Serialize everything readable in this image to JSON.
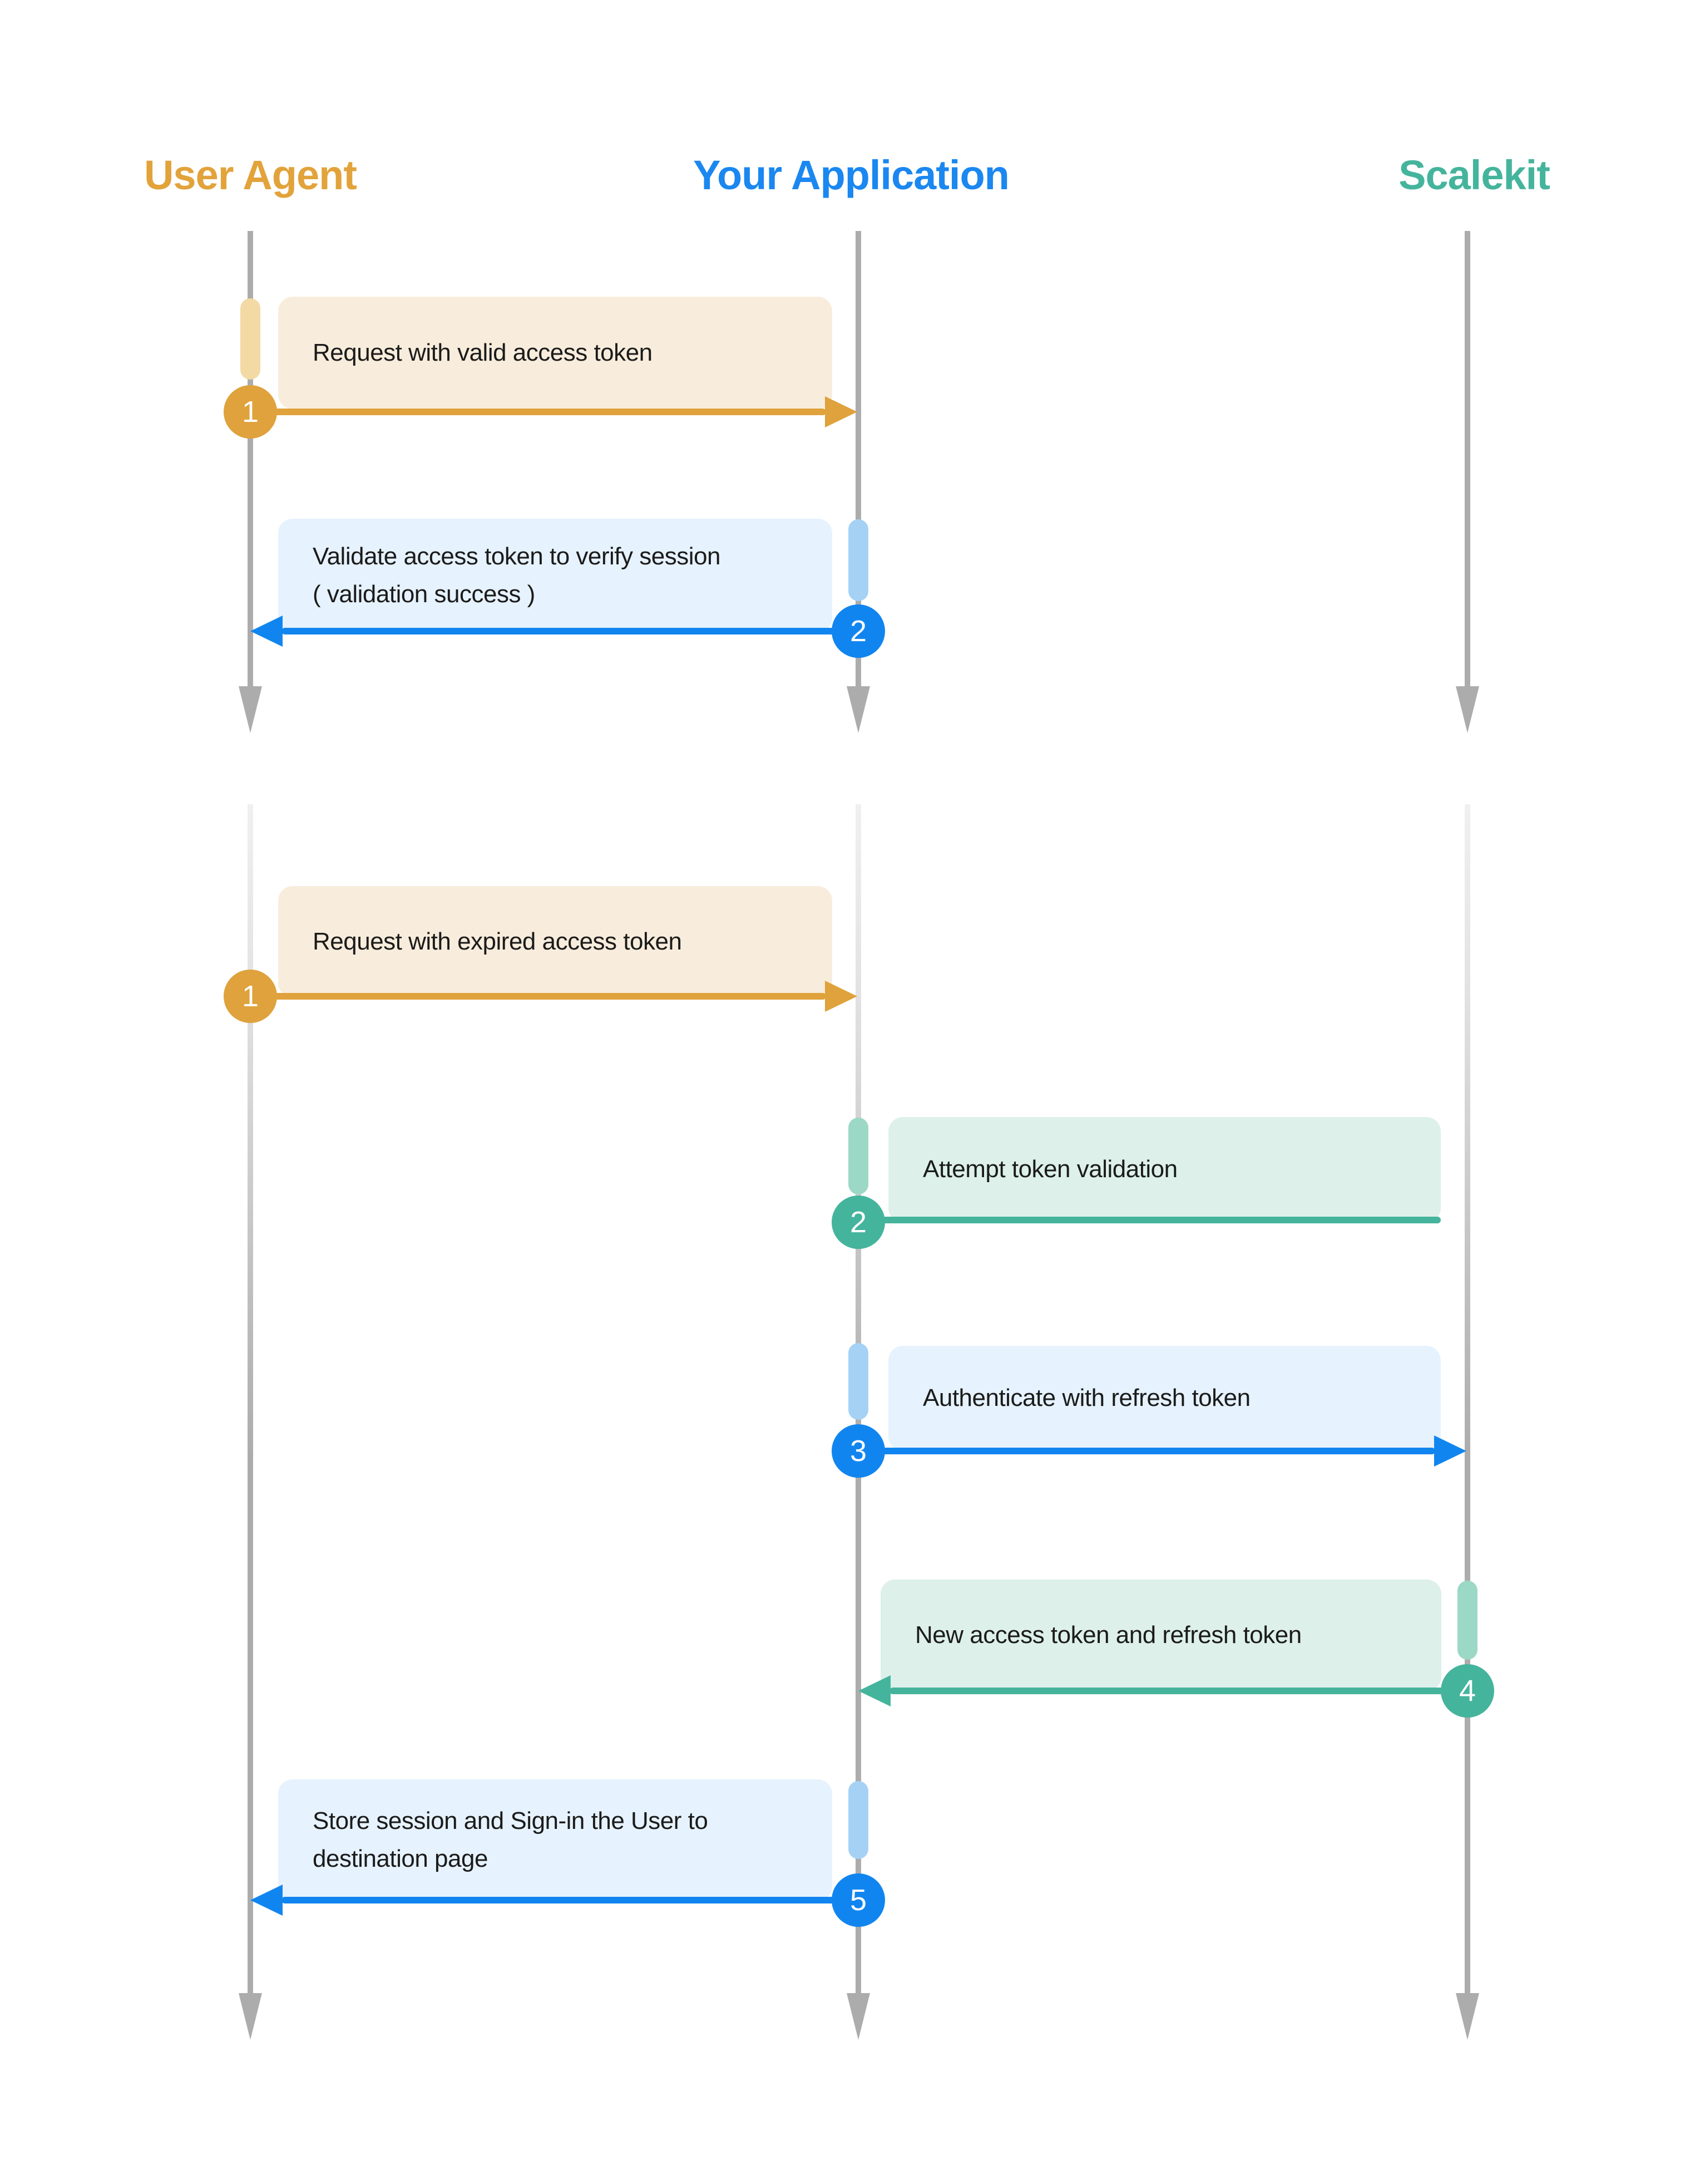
{
  "diagram": {
    "type": "sequence",
    "actors": [
      {
        "name": "User Agent",
        "color": "#E2A33B"
      },
      {
        "name": "Your Application",
        "color": "#1B87F0"
      },
      {
        "name": "Scalekit",
        "color": "#45B49C"
      }
    ],
    "flows": [
      {
        "steps": [
          {
            "num": "1",
            "label": "Request with valid access token",
            "from": "User Agent",
            "to": "Your Application",
            "style": "orange"
          },
          {
            "num": "2",
            "label": "Validate access token to verify session\n( validation success )",
            "from": "Your Application",
            "to": "User Agent",
            "style": "blue"
          }
        ]
      },
      {
        "steps": [
          {
            "num": "1",
            "label": "Request with expired access token",
            "from": "User Agent",
            "to": "Your Application",
            "style": "orange"
          },
          {
            "num": "2",
            "label": "Attempt token validation",
            "from": "Your Application",
            "to": "Your Application",
            "style": "teal",
            "self": true
          },
          {
            "num": "3",
            "label": "Authenticate with refresh token",
            "from": "Your Application",
            "to": "Scalekit",
            "style": "blue"
          },
          {
            "num": "4",
            "label": "New access token and refresh token",
            "from": "Scalekit",
            "to": "Your Application",
            "style": "teal"
          },
          {
            "num": "5",
            "label": "Store session and Sign-in the User to\ndestination page",
            "from": "Your Application",
            "to": "User Agent",
            "style": "blue"
          }
        ]
      }
    ],
    "theme": {
      "orange": "#DFA23C",
      "orange_light": "#F3D9A4",
      "orange_box": "#F8EDDC",
      "blue": "#1185EF",
      "blue_light": "#A5D1F5",
      "blue_box": "#E6F2FD",
      "teal": "#45B49C",
      "teal_light": "#9BD8C5",
      "teal_box": "#DDF0EA",
      "lifeline_gray": "#ACACAC",
      "text": "#1B1B1B",
      "background": "#FFFFFF"
    }
  }
}
